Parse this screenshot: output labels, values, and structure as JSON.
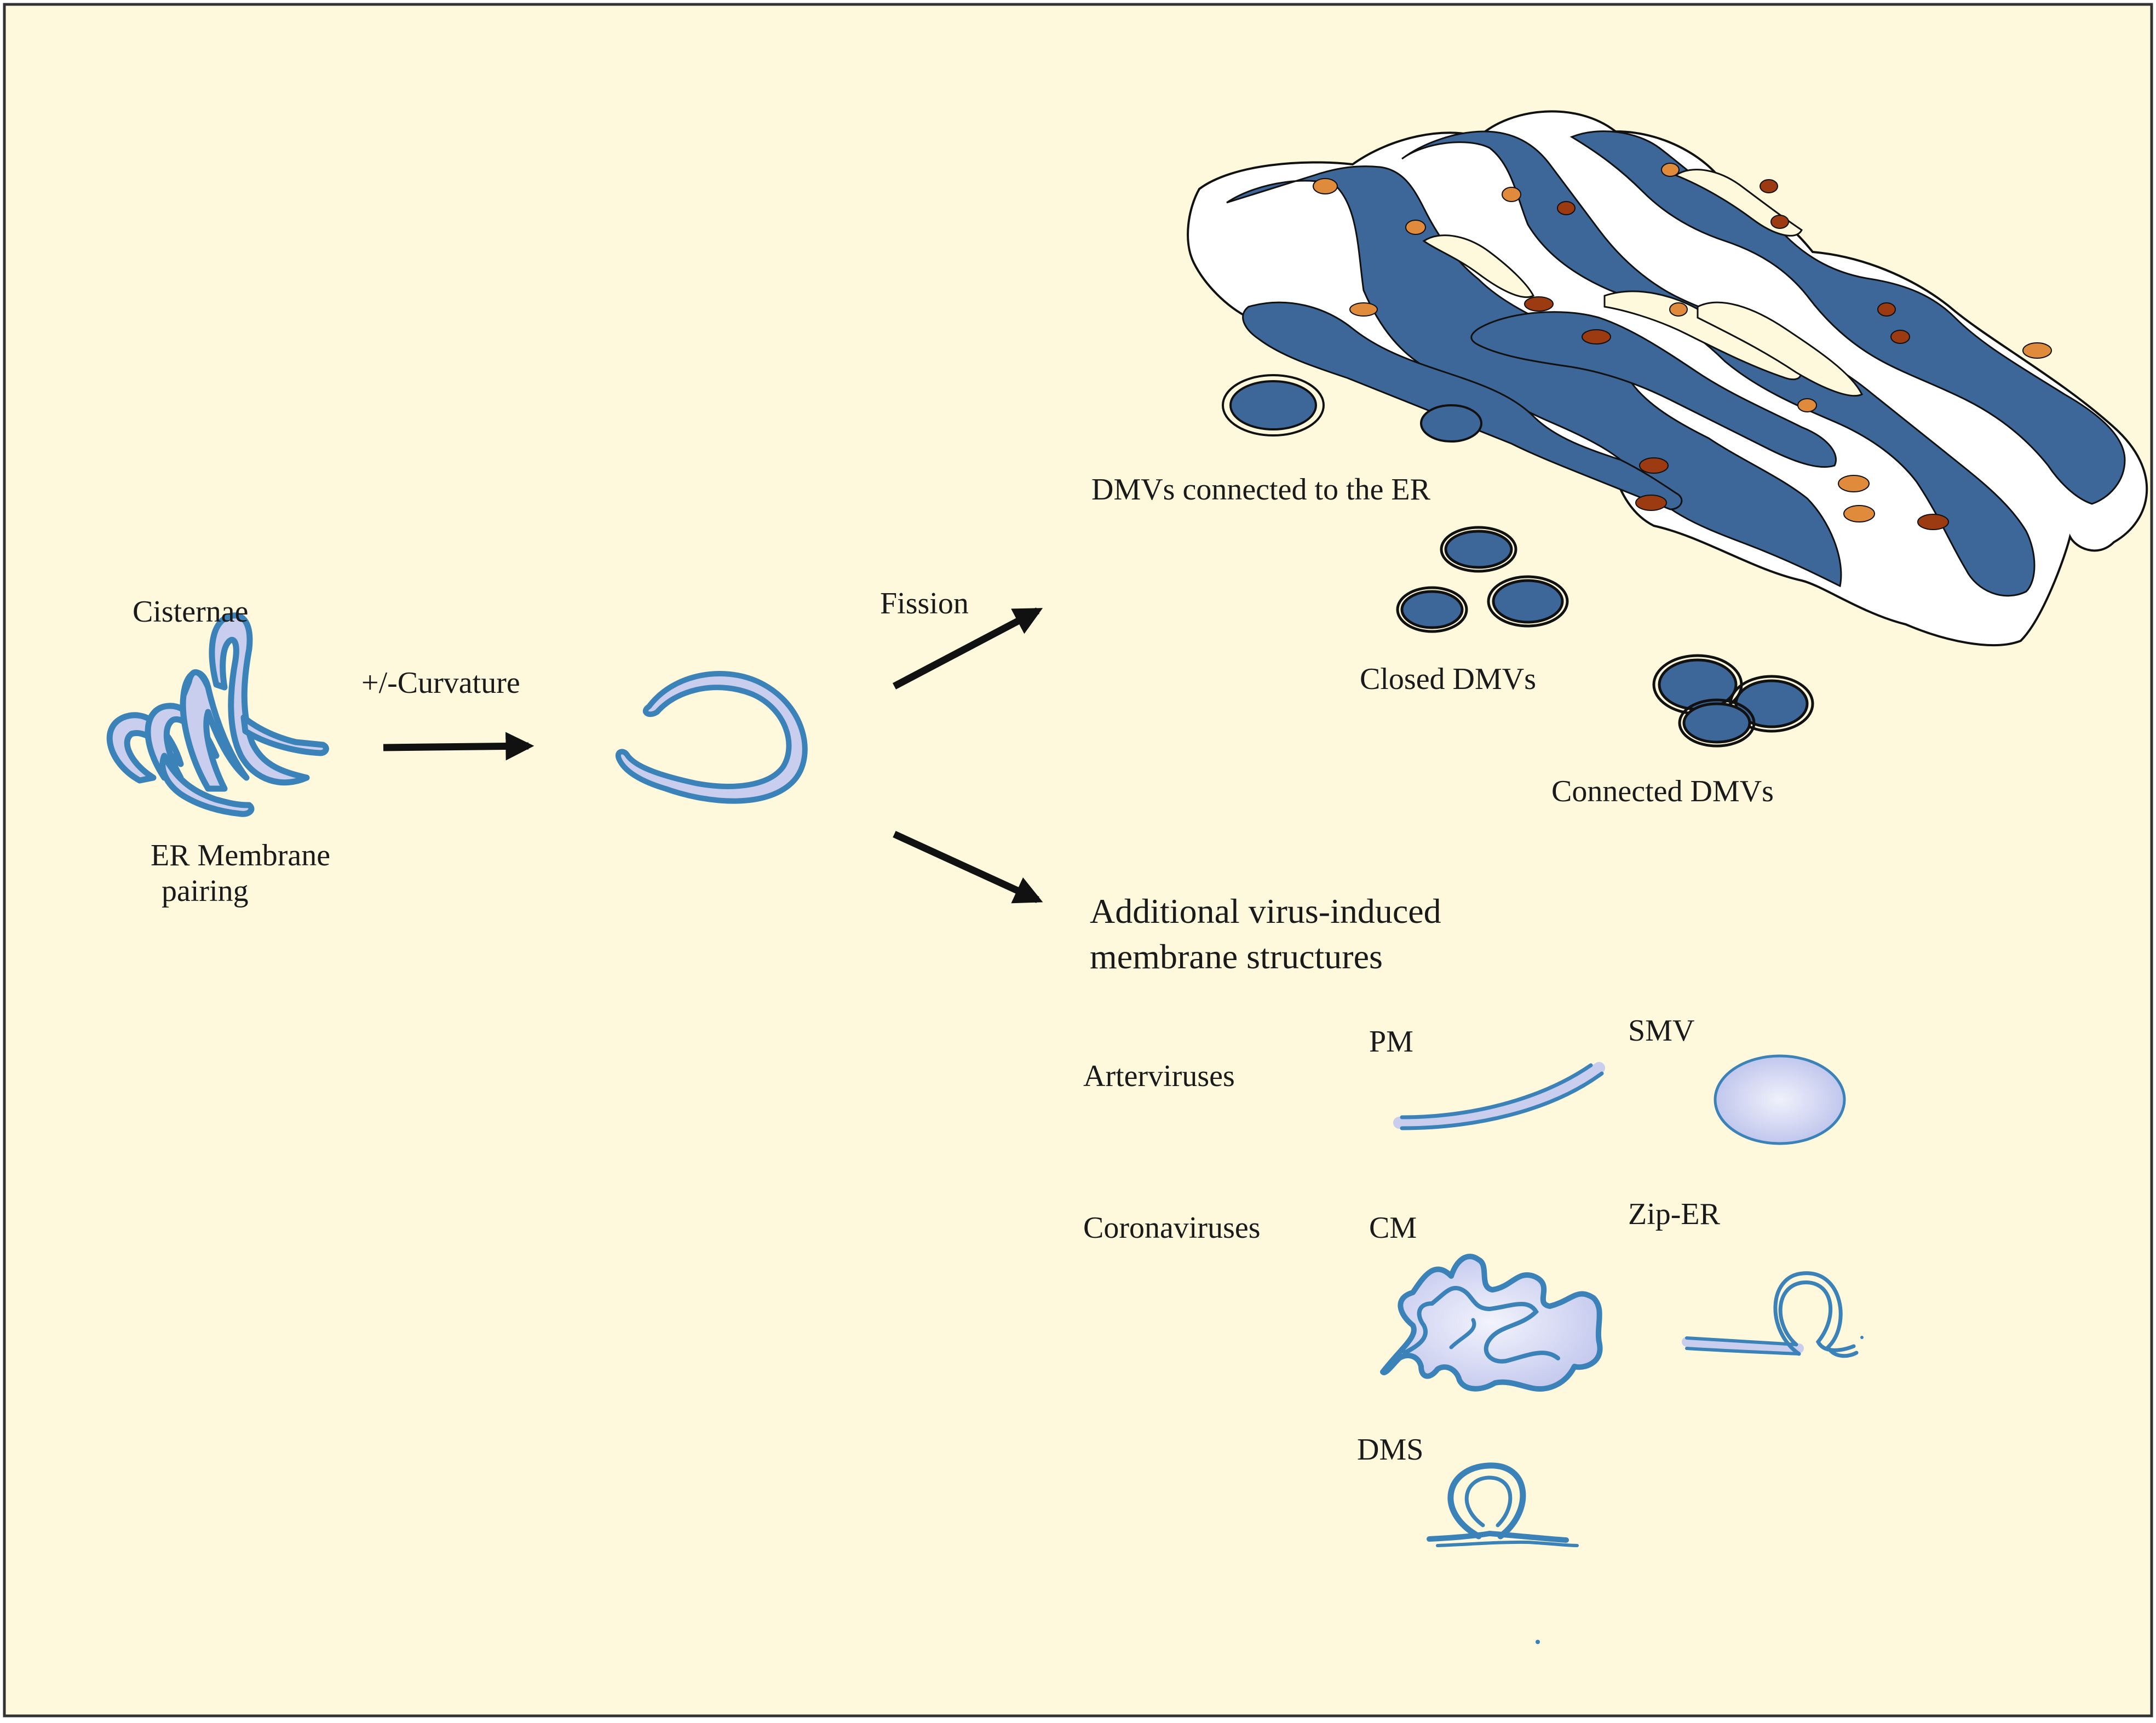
{
  "labels": {
    "cisternae": "Cisternae",
    "er_membrane_line1": "ER Membrane",
    "er_membrane_line2": "pairing",
    "curvature": "+/-Curvature",
    "fission": "Fission",
    "dmvs_connected_er": "DMVs connected to the ER",
    "closed_dmvs": "Closed DMVs",
    "connected_dmvs": "Connected DMVs",
    "additional_line1": "Additional virus-induced",
    "additional_line2": "membrane structures",
    "arteriviruses": "Arterviruses",
    "coronaviruses": "Coronaviruses",
    "pm": "PM",
    "smv": "SMV",
    "cm": "CM",
    "zip_er": "Zip-ER",
    "dms": "DMS"
  },
  "colors": {
    "background": "#fef8dc",
    "membrane_fill": "#c9cdee",
    "membrane_stroke": "#3a82b8",
    "er_network_fill": "#3d6699",
    "ribosome_orange": "#e08a3c",
    "ribosome_dark": "#9c3a12",
    "arrow": "#111111"
  }
}
